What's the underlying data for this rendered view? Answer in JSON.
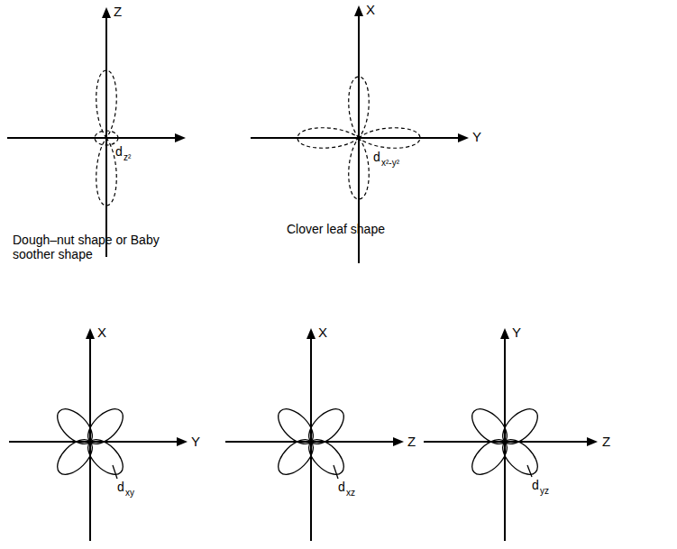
{
  "diagram": {
    "labels": [
      "Z",
      "d",
      "z²",
      "Dough–nut shape or Baby soother shape",
      "X",
      "Y",
      "d",
      "x²-y²",
      "Clover leaf shape",
      "X",
      "Y",
      "d",
      "xy",
      "X",
      "Z",
      "d",
      "xz",
      "Y",
      "Z",
      "d",
      "yz"
    ]
  }
}
